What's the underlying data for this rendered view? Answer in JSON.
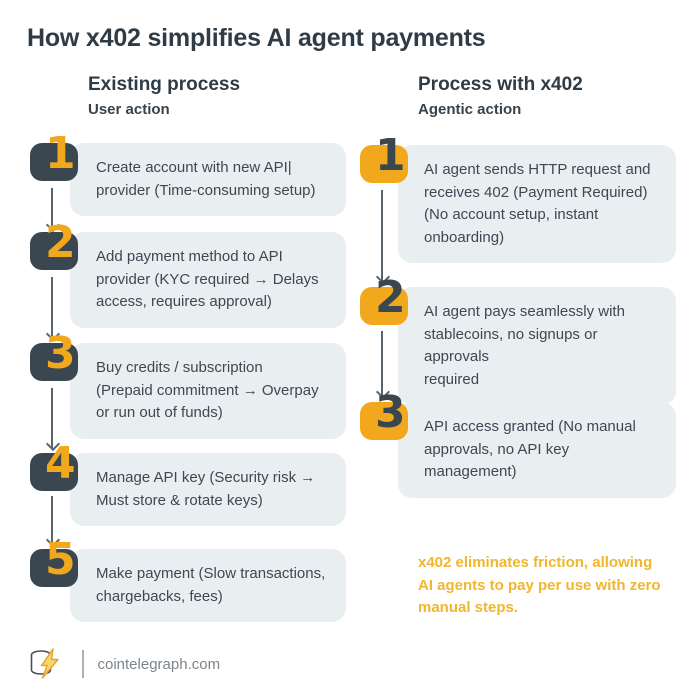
{
  "title": "How x402 simplifies AI agent payments",
  "columns": [
    {
      "header": "Existing process",
      "subheader": "User action",
      "badge_style": "dark",
      "steps": [
        {
          "number": "1",
          "text": "Create account with new API|\nprovider (Time-consuming setup)"
        },
        {
          "number": "2",
          "text": "Add payment method to API\nprovider (KYC required → Delays\naccess, requires approval)"
        },
        {
          "number": "3",
          "text": "Buy credits / subscription\n(Prepaid commitment → Overpay\nor run out of funds)"
        },
        {
          "number": "4",
          "text": "Manage API key (Security risk →\nMust store & rotate keys)"
        },
        {
          "number": "5",
          "text": "Make payment (Slow transactions,\nchargebacks, fees)"
        }
      ]
    },
    {
      "header": "Process with x402",
      "subheader": "Agentic action",
      "badge_style": "yellow",
      "steps": [
        {
          "number": "1",
          "text": "AI agent sends HTTP request and\nreceives 402 (Payment Required)\n(No account setup, instant\nonboarding)"
        },
        {
          "number": "2",
          "text": "AI agent pays seamlessly with\nstablecoins, no signups or approvals\nrequired"
        },
        {
          "number": "3",
          "text": "API access granted (No manual\napprovals, no API key management)"
        }
      ]
    }
  ],
  "note": "x402 eliminates friction, allowing\nAI agents to pay per use with zero\nmanual steps.",
  "footer": {
    "site": "cointelegraph.com"
  },
  "colors": {
    "dark_slate": "#3a4750",
    "badge_yellow": "#f2a81d",
    "box_bg": "#e9eff1",
    "note_yellow": "#f0b62e",
    "arrow": "#5a646d",
    "footer_text": "#7d858c"
  }
}
